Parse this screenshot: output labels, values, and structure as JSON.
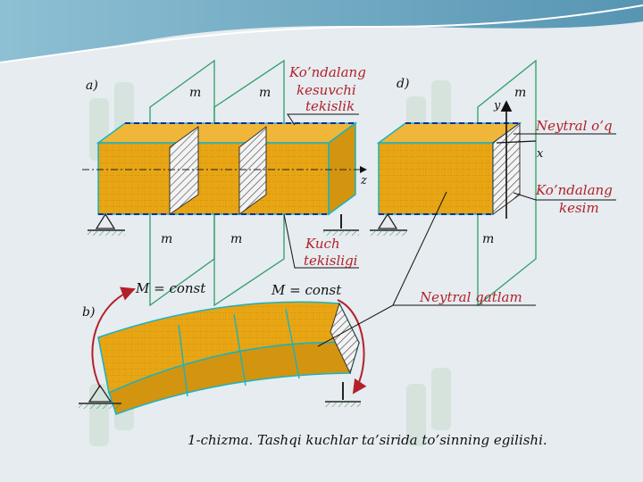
{
  "labels": {
    "panel_a": "a)",
    "panel_b": "b)",
    "panel_d": "d)",
    "plane_m": "m",
    "axis_z": "z",
    "axis_y": "y",
    "axis_x": "x",
    "kondalang_kesuvchi_1": "Ko’ndalang",
    "kondalang_kesuvchi_2": "kesuvchi",
    "kondalang_kesuvchi_3": "tekislik",
    "kuch_1": "Kuch",
    "kuch_2": "tekisligi",
    "neytral_oq": "Neytral o’q",
    "kondalang_kesim_1": "Ko’ndalang",
    "kondalang_kesim_2": "kesim",
    "neytral_qatlam": "Neytral qatlam",
    "m_const": "M = const"
  },
  "caption": "1-chizma. Tashqi kuchlar ta’sirida to’sinning egilishi.",
  "colors": {
    "beam_fill": "#e8a514",
    "beam_edge": "#17b3c4",
    "plane_line": "#2e9e6a",
    "label_red": "#b3202a",
    "moment_arrow": "#b3202a",
    "watermark": "#c9ddd0"
  }
}
